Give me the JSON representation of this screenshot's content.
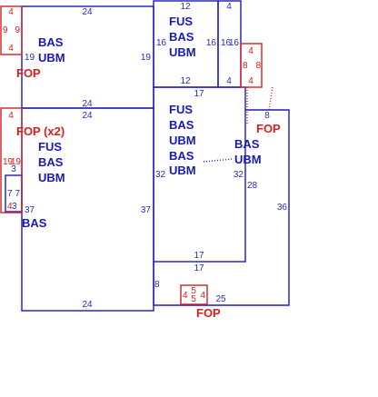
{
  "colors": {
    "building": "#1a1ab8",
    "feature": "#d42020",
    "background": "#ffffff"
  },
  "areas": {
    "top_left": {
      "codes": [
        "BAS",
        "UBM"
      ],
      "dims": {
        "top": "24",
        "left": "19",
        "right": "19",
        "bottom": "24"
      }
    },
    "top_middle": {
      "codes": [
        "FUS",
        "BAS",
        "UBM"
      ],
      "dims": {
        "top": "12",
        "left": "16",
        "right": "16",
        "bottom": "12"
      }
    },
    "top_narrow": {
      "dims": {
        "top": "4",
        "left": "16",
        "right": "16",
        "bottom": "4"
      }
    },
    "left_lower": {
      "codes_fop": "FOP (x2)",
      "codes": [
        "FUS",
        "BAS",
        "UBM"
      ],
      "dims": {
        "top": "24",
        "left": "37",
        "right": "37",
        "bottom": "24"
      }
    },
    "center": {
      "codes": [
        "FUS",
        "BAS",
        "UBM",
        "BAS",
        "UBM"
      ],
      "dims": {
        "top": "17",
        "left": "32",
        "right": "32",
        "bottom": "17"
      }
    },
    "right_wing": {
      "codes": [
        "BAS",
        "UBM"
      ],
      "dims": {
        "top": "8",
        "inner": "28",
        "right": "36",
        "bottom": "25",
        "left": "8",
        "top_inner": "17"
      }
    },
    "left_small_bas": {
      "code": "BAS"
    }
  },
  "porches": {
    "fop_top_left": {
      "label": "FOP",
      "dims": {
        "top": "4",
        "left": "9",
        "right": "9",
        "bottom": "4"
      }
    },
    "fop_left_mid": {
      "dims": {
        "top": "4",
        "left": "19",
        "right": "19",
        "bottom": "3"
      }
    },
    "fop_left_small": {
      "dims": {
        "a": "7",
        "b": "7",
        "c": "4",
        "d": "3"
      }
    },
    "fop_right": {
      "label": "FOP",
      "dims": {
        "top": "4",
        "left": "8",
        "right": "8",
        "bottom": "4"
      }
    },
    "fop_bottom": {
      "label": "FOP",
      "dims": {
        "top": "5",
        "left": "4",
        "right": "4",
        "bottom": "5"
      }
    }
  }
}
